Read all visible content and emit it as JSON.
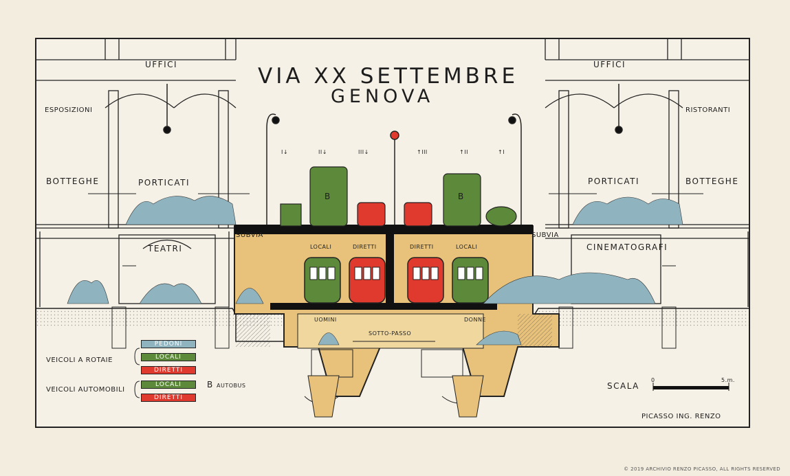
{
  "title": "VIA XX SETTEMBRE",
  "subtitle": "GENOVA",
  "labels": {
    "uffici_left": "UFFICI",
    "uffici_right": "UFFICI",
    "esposizioni": "ESPOSIZIONI",
    "ristoranti": "RISTORANTI",
    "botteghe_left": "BOTTEGHE",
    "porticati_left": "PORTICATI",
    "porticati_right": "PORTICATI",
    "botteghe_right": "BOTTEGHE",
    "teatri": "TEATRI",
    "cinematografi": "CINEMATOGRAFI",
    "subvia_left": "SUBVIA",
    "subvia_right": "SUBVIA",
    "locali_1": "LOCALI",
    "diretti_1": "DIRETTI",
    "diretti_2": "DIRETTI",
    "locali_2": "LOCALI",
    "sottopasso": "SOTTO-PASSO",
    "uomini": "UOMINI",
    "donne": "DONNE",
    "bus_letter_1": "B",
    "bus_letter_2": "B",
    "lane_1": "I↓",
    "lane_2": "II↓",
    "lane_3": "III↓",
    "lane_4": "↑III",
    "lane_5": "↑II",
    "lane_6": "↑I"
  },
  "legend": {
    "pedoni": "PEDONI",
    "veicoli_a_rotaie": "VEICOLI A ROTAIE",
    "rail_locali": "LOCALI",
    "rail_diretti": "DIRETTI",
    "veicoli_automobili": "VEICOLI AUTOMOBILI",
    "auto_locali": "LOCALI",
    "auto_diretti": "DIRETTI",
    "bus_letter": "B",
    "bus_text": "AUTOBUS",
    "colors": {
      "pedoni": "#8fb4c0",
      "locali": "#5d8a3a",
      "diretti": "#e03a2e",
      "subway": "#e8c27a"
    }
  },
  "scale": {
    "label": "SCALA",
    "zero": "0",
    "five": "5.m."
  },
  "signature": "PICASSO ING. RENZO",
  "copyright": "© 2019 ARCHIVIO RENZO PICASSO, ALL RIGHTS RESERVED"
}
